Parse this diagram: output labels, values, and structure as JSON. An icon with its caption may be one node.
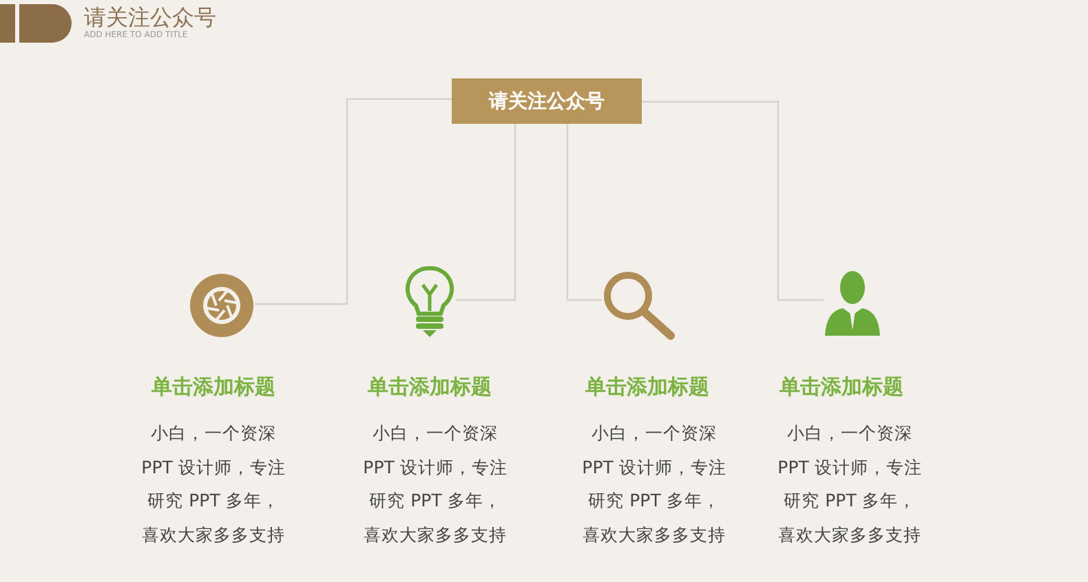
{
  "diagram": {
    "title": "请关注公众号",
    "nodes": [
      {
        "text": [
          "请关注公众号"
        ]
      },
      {
        "text": [],
        "shape": "picture",
        "beside": [
          "单击添加标题",
          "小白，一个资深 PPT 设计师，专注研究 PPT 多年，喜欢大家多多支持"
        ]
      },
      {
        "text": [],
        "shape": "picture",
        "beside": [
          "单击添加标题",
          "小白，一个资深 PPT 设计师，专注研究 PPT 多年，喜欢大家多多支持"
        ]
      },
      {
        "text": [],
        "shape": "picture",
        "beside": [
          "单击添加标题",
          "小白，一个资深 PPT 设计师，专注研究 PPT 多年，喜欢大家多多支持"
        ]
      },
      {
        "text": [],
        "shape": "picture",
        "beside": [
          "单击添加标题",
          "小白，一个资深 PPT 设计师，专注研究 PPT 多年，喜欢大家多多支持"
        ]
      }
    ],
    "edges": [
      {
        "from": 0,
        "to": 1,
        "arrow": "none"
      },
      {
        "from": 0,
        "to": 2,
        "arrow": "none"
      },
      {
        "from": 0,
        "to": 3,
        "arrow": "none"
      },
      {
        "from": 0,
        "to": 4,
        "arrow": "none"
      }
    ],
    "labels": [
      "ADD HERE TO ADD TITLE"
    ]
  }
}
